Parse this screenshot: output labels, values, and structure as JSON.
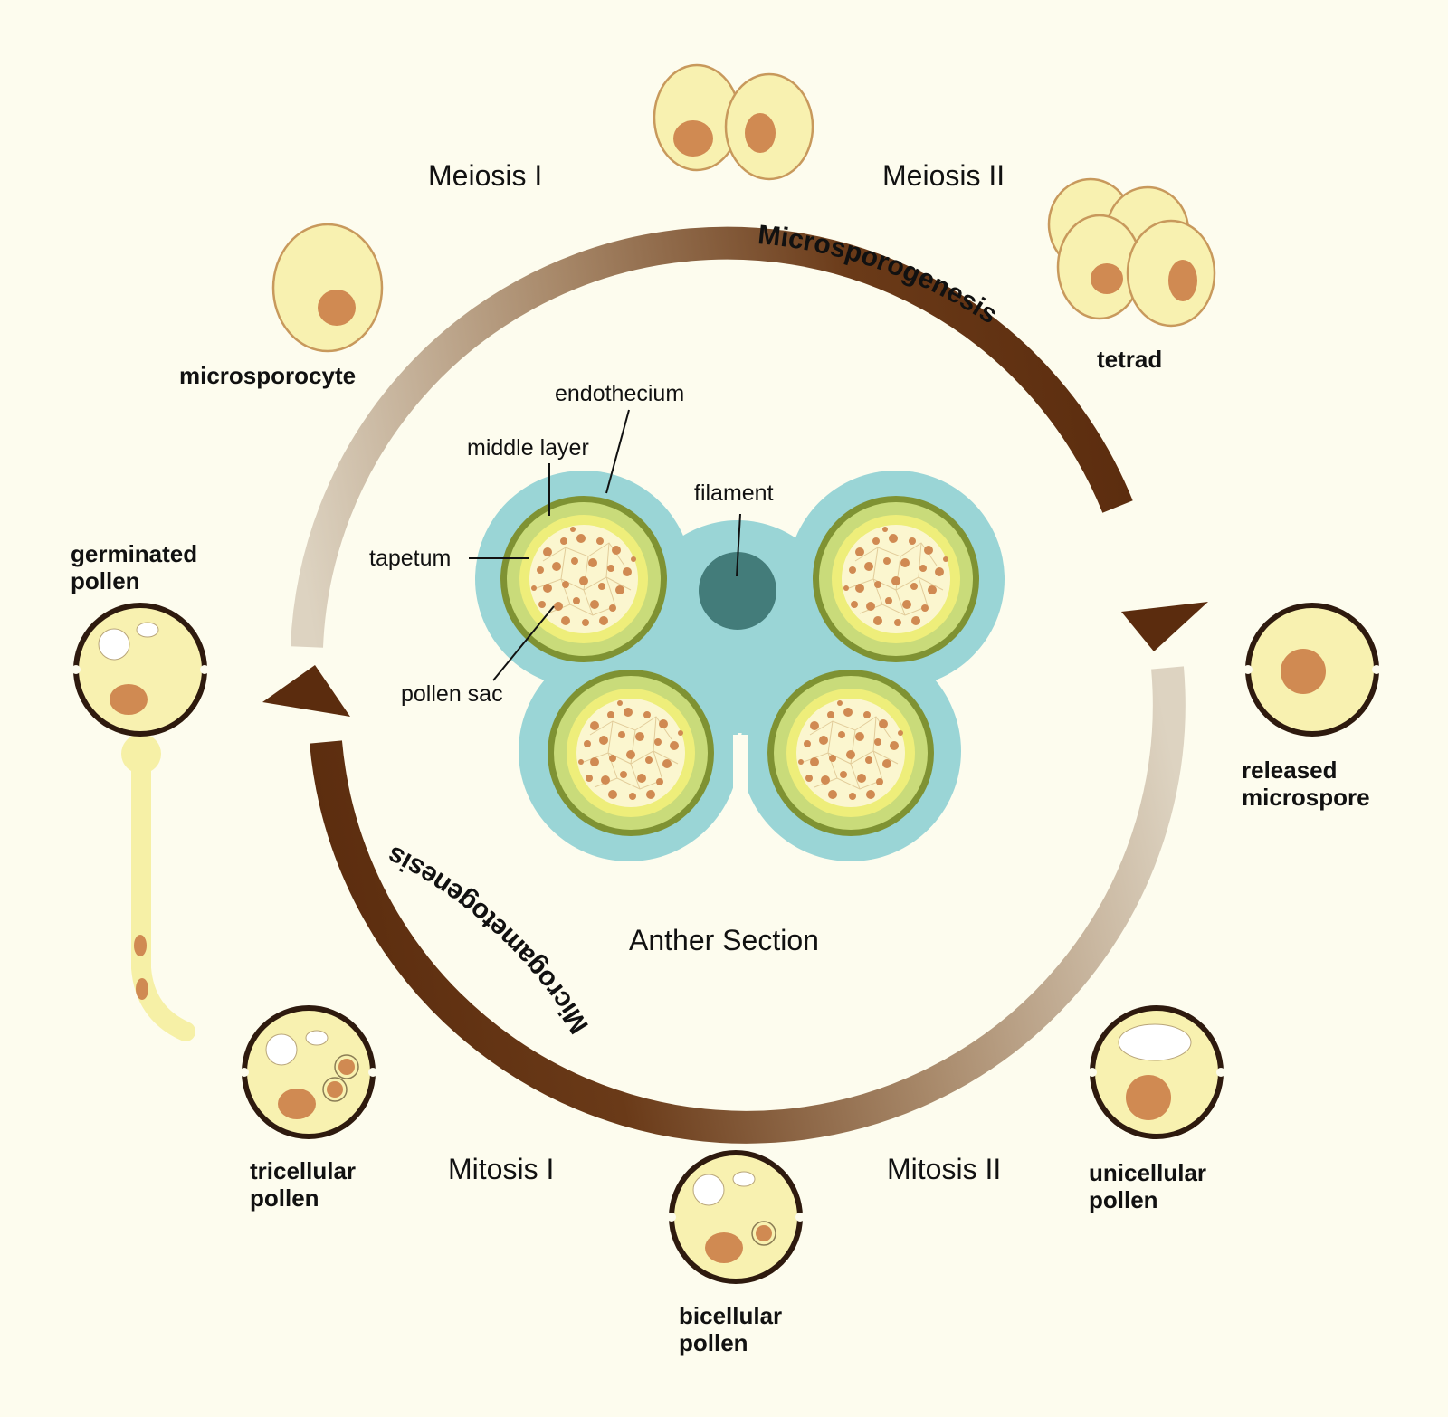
{
  "stages": {
    "meiosis_1": "Meiosis I",
    "meiosis_2": "Meiosis II",
    "mitosis_1": "Mitosis I",
    "mitosis_2": "Mitosis II"
  },
  "cycle_labels": {
    "top": "Microsporogenesis",
    "bottom": "Microgametogenesis"
  },
  "cells": {
    "microsporocyte": "microsporocyte",
    "tetrad": "tetrad",
    "released_microspore_1": "released",
    "released_microspore_2": "microspore",
    "unicellular_1": "unicellular",
    "unicellular_2": "pollen",
    "bicellular_1": "bicellular",
    "bicellular_2": "pollen",
    "tricellular_1": "tricellular",
    "tricellular_2": "pollen",
    "germinated_1": "germinated",
    "germinated_2": "pollen"
  },
  "anther": {
    "title": "Anther Section",
    "endothecium": "endothecium",
    "middle_layer": "middle layer",
    "tapetum": "tapetum",
    "pollen_sac": "pollen sac",
    "filament": "filament"
  },
  "colors": {
    "background": "#fdfcee",
    "cell_fill": "#f8f1b0",
    "nucleus": "#d08a52",
    "wall": "#2e1a0e",
    "arrow_dark": "#5e2f10",
    "anther_blue": "#9ad5d6",
    "filament": "#437c7a",
    "sac_outer": "#7f9233",
    "sac_green": "#c9db7a",
    "sac_yellow": "#eeee7a"
  }
}
